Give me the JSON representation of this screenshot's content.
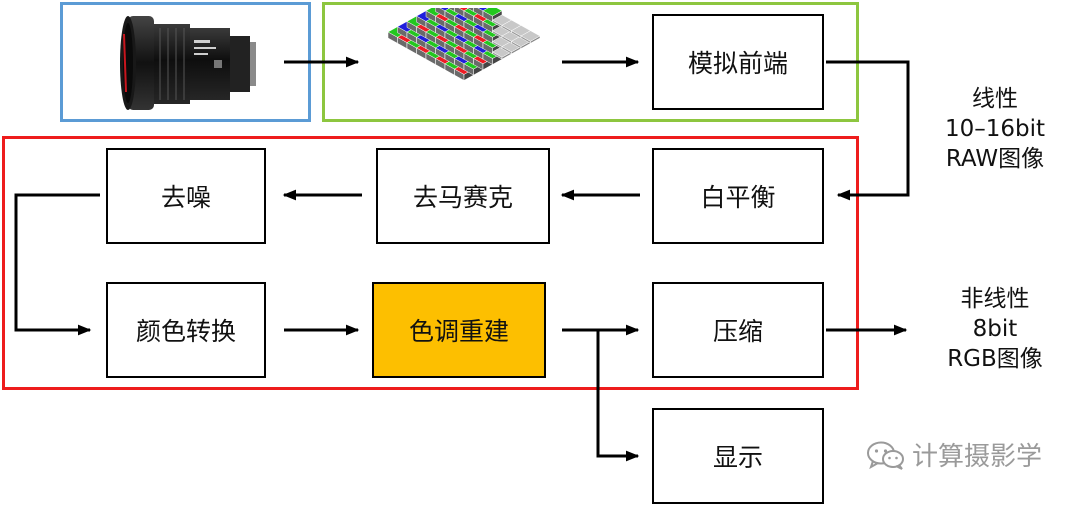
{
  "boxes": {
    "analog_front_end": "模拟前端",
    "white_balance": "白平衡",
    "demosaic": "去马赛克",
    "denoise": "去噪",
    "color_transform": "颜色转换",
    "tone_reconstruction": "色调重建",
    "compression": "压缩",
    "display": "显示"
  },
  "raw_label": [
    "线性",
    "10–16bit",
    "RAW图像"
  ],
  "output_label": [
    "非线性",
    "8bit",
    "RGB图像"
  ],
  "watermark": "计算摄影学",
  "colors": {
    "blue_frame": "#5b9bd5",
    "green_frame": "#8dc63f",
    "red_frame": "#ee1c1c",
    "highlight_box": "#fdbf00",
    "bayer_red": "#ee1c24",
    "bayer_green": "#22c81e",
    "bayer_blue": "#1f1fdc"
  },
  "icons": [
    "camera-lens-image",
    "bayer-filter-icon",
    "wechat-icon"
  ]
}
